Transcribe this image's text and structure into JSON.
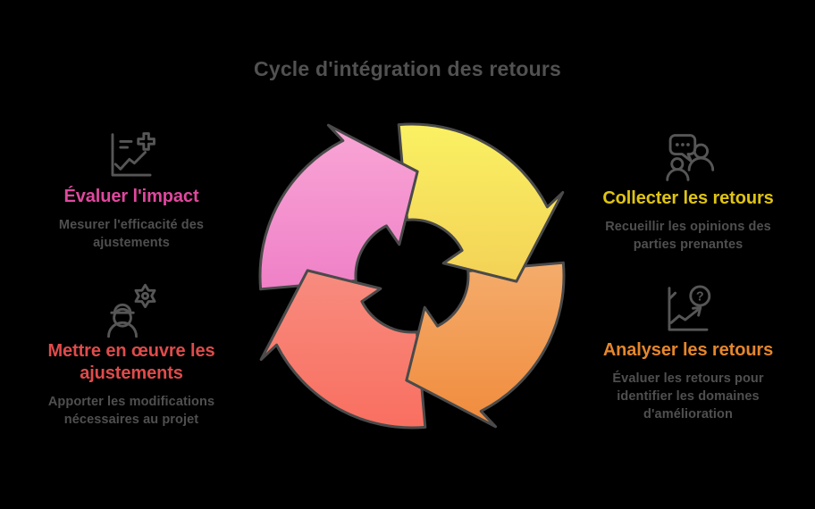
{
  "header": {
    "title": "Cycle d'intégration des retours",
    "color": "#515151"
  },
  "steps": [
    {
      "key": "collect-feedback",
      "title": "Collecter les retours",
      "description": "Recueillir les opinions des parties prenantes",
      "title_color": "#dfc414",
      "icon": "people-chat-icon",
      "position": "top-right"
    },
    {
      "key": "analyze-feedback",
      "title": "Analyser les retours",
      "description": "Évaluer les retours pour identifier les domaines d'amélioration",
      "title_color": "#e5862c",
      "icon": "chart-question-icon",
      "position": "bottom-right"
    },
    {
      "key": "implement-adjustments",
      "title": "Mettre en œuvre les ajustements",
      "description": "Apporter les modifications nécessaires au projet",
      "title_color": "#e04b4b",
      "icon": "worker-gear-icon",
      "position": "bottom-left"
    },
    {
      "key": "evaluate-impact",
      "title": "Évaluer l'impact",
      "description": "Mesurer l'efficacité des ajustements",
      "title_color": "#e0489e",
      "icon": "chart-plus-icon",
      "position": "top-left"
    }
  ],
  "cycle": {
    "direction": "clockwise",
    "outline_color": "#4a4a4a",
    "arrows": [
      {
        "step": "collect-feedback",
        "gradient": [
          "#faf163",
          "#edb44a"
        ]
      },
      {
        "step": "analyze-feedback",
        "gradient": [
          "#f8c894",
          "#f08b3c"
        ]
      },
      {
        "step": "implement-adjustments",
        "gradient": [
          "#f5a79c",
          "#f96f60"
        ]
      },
      {
        "step": "evaluate-impact",
        "gradient": [
          "#f9a6d6",
          "#e760ba"
        ]
      }
    ]
  }
}
